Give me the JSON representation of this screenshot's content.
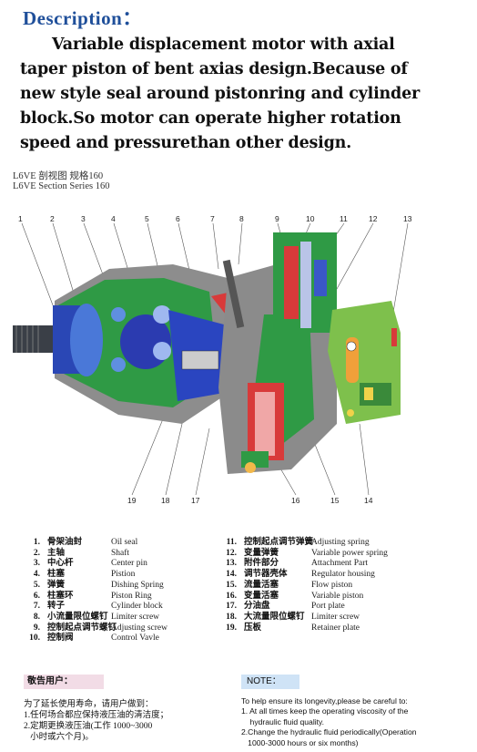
{
  "description": {
    "title": "Description：",
    "lines": [
      "Variable displacement motor with axial",
      "taper piston of bent axias design.Because of",
      "new style seal around pistonring and cylinder",
      "block.So motor can operate higher rotation",
      "speed and pressurethan other design."
    ]
  },
  "diagram": {
    "caption_cn": "L6VE  剖视图    规格160",
    "caption_en": "L6VE Section Series 160",
    "callouts_top": [
      "1",
      "2",
      "3",
      "4",
      "5",
      "6",
      "7",
      "8",
      "9",
      "10",
      "11",
      "12",
      "13"
    ],
    "callouts_bottom": [
      "19",
      "18",
      "17",
      "16",
      "15",
      "14"
    ]
  },
  "legend": {
    "left": [
      {
        "num": "1.",
        "cn": "骨架油封",
        "en": "Oil seal"
      },
      {
        "num": "2.",
        "cn": "主轴",
        "en": "Shaft"
      },
      {
        "num": "3.",
        "cn": "中心杆",
        "en": "Center pin"
      },
      {
        "num": "4.",
        "cn": "柱塞",
        "en": "Pistion"
      },
      {
        "num": "5.",
        "cn": "弹簧",
        "en": "Dishing Spring"
      },
      {
        "num": "6.",
        "cn": "柱塞环",
        "en": "Piston Ring"
      },
      {
        "num": "7.",
        "cn": "转子",
        "en": "Cylinder block"
      },
      {
        "num": "8.",
        "cn": "小流量限位螺钉",
        "en": "Limiter screw"
      },
      {
        "num": "9.",
        "cn": "控制起点调节螺钉",
        "en": "Adjusting screw"
      },
      {
        "num": "10.",
        "cn": "控制阀",
        "en": "Control Vavle"
      }
    ],
    "right": [
      {
        "num": "11.",
        "cn": "控制起点调节弹簧",
        "en": "Adjusting spring"
      },
      {
        "num": "12.",
        "cn": "变量弹簧",
        "en": "Variable power spring"
      },
      {
        "num": "13.",
        "cn": "附件部分",
        "en": "Attachment Part"
      },
      {
        "num": "14.",
        "cn": "调节器壳体",
        "en": "Regulator housing"
      },
      {
        "num": "15.",
        "cn": "流量活塞",
        "en": "Flow piston"
      },
      {
        "num": "16.",
        "cn": "变量活塞",
        "en": "Variable piston"
      },
      {
        "num": "17.",
        "cn": "分油盘",
        "en": "Port plate"
      },
      {
        "num": "18.",
        "cn": "大流量限位螺钉",
        "en": "Limiter screw"
      },
      {
        "num": "19.",
        "cn": "压板",
        "en": "Retainer plate"
      }
    ]
  },
  "warning_cn": {
    "label": "敬告用户：",
    "lines": [
      "为了延长使用寿命，请用户做到：",
      "1.任何场合都应保持液压油的清洁度；",
      "2.定期更换液压油(工作 1000~3000",
      "   小时或六个月)。"
    ]
  },
  "note_en": {
    "label": "NOTE：",
    "lines": [
      "To help ensure its longevity,please be careful to:",
      "1. At all times keep the operating viscosity of the",
      "    hydraulic fluid quality.",
      "2.Change the hydraulic fluid periodically(Operation",
      "   1000-3000 hours or six months)"
    ]
  },
  "colors": {
    "title_blue": "#1f4f9a",
    "housing_green": "#2f9a45",
    "housing_gray": "#8c8c8c",
    "cylinder_blue": "#3a57c8",
    "part_red": "#d83a3a",
    "pink_label_bg": "#f2dce6",
    "blue_label_bg": "#cfe3f6"
  }
}
